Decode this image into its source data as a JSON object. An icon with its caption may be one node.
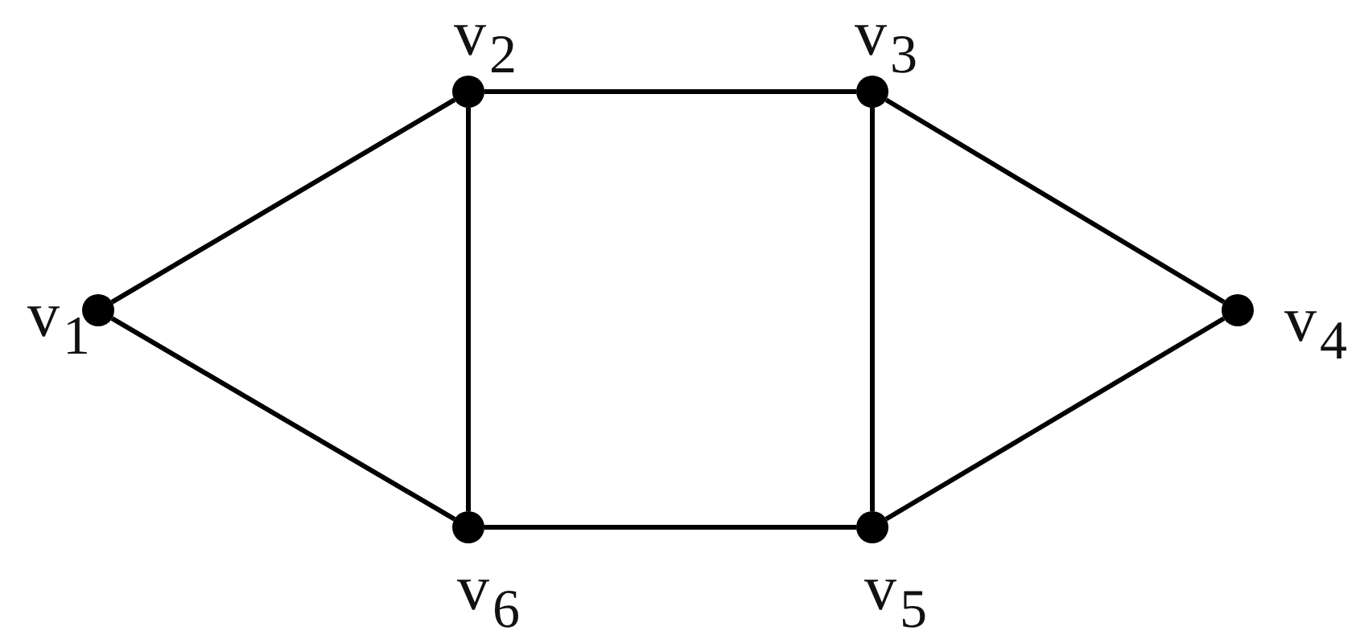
{
  "diagram": {
    "nodes": [
      {
        "text": [],
        "shape": "circle",
        "beside": [
          "v$_{1}$"
        ]
      },
      {
        "text": [],
        "shape": "circle",
        "beside": [
          "v$_{2}$"
        ]
      },
      {
        "text": [],
        "shape": "circle",
        "beside": [
          "v$_{3}$"
        ]
      },
      {
        "text": [],
        "shape": "circle",
        "beside": [
          "v$_{4}$"
        ]
      },
      {
        "text": [],
        "shape": "circle",
        "beside": [
          "v$_{5}$"
        ]
      },
      {
        "text": [],
        "shape": "circle",
        "beside": [
          "v$_{6}$"
        ]
      }
    ],
    "edges": [
      {
        "from": 0,
        "to": 1,
        "arrow": "none"
      },
      {
        "from": 0,
        "to": 5,
        "arrow": "none"
      },
      {
        "from": 1,
        "to": 2,
        "arrow": "none"
      },
      {
        "from": 1,
        "to": 5,
        "arrow": "none"
      },
      {
        "from": 2,
        "to": 3,
        "arrow": "none"
      },
      {
        "from": 2,
        "to": 4,
        "arrow": "none"
      },
      {
        "from": 3,
        "to": 4,
        "arrow": "none"
      },
      {
        "from": 5,
        "to": 4,
        "arrow": "none"
      }
    ]
  }
}
